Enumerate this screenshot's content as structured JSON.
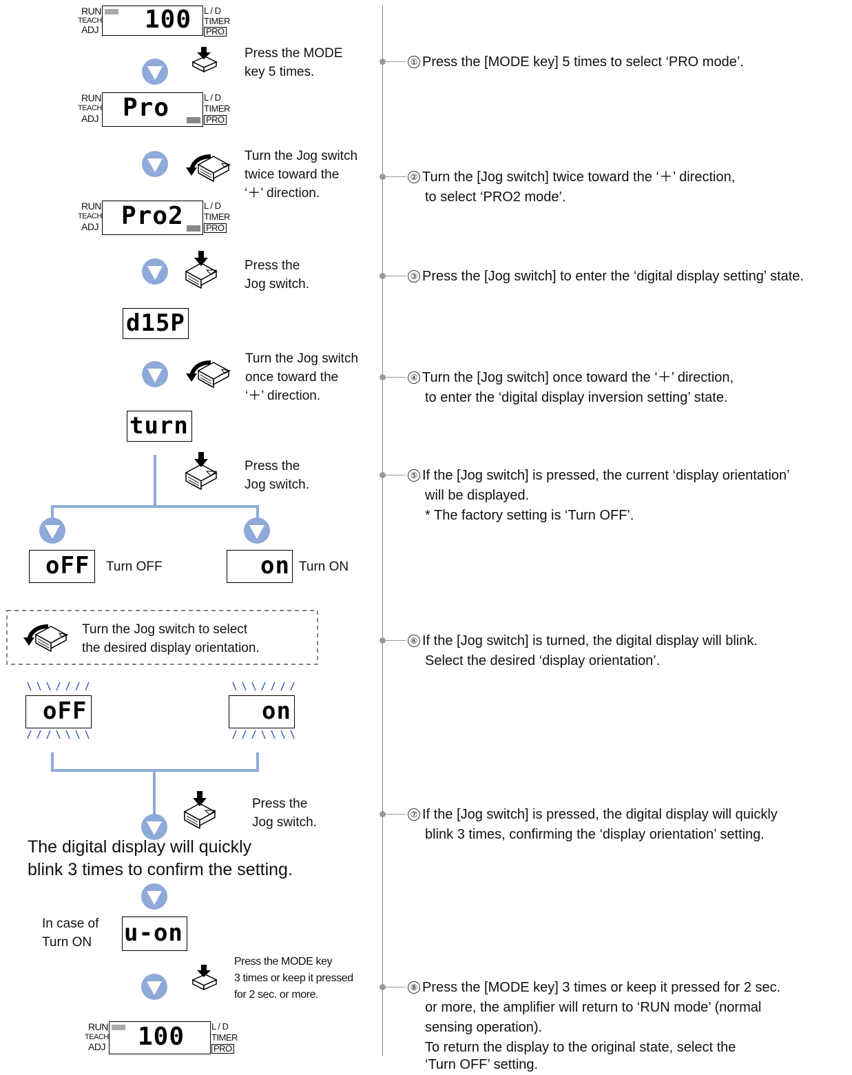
{
  "steps": [
    {
      "num": "①",
      "lines": [
        "Press the [MODE key] 5 times to select ‘PRO mode’."
      ]
    },
    {
      "num": "②",
      "lines": [
        "Turn the [Jog switch] twice toward the ‘＋’ direction,",
        "to select ‘PRO2 mode’."
      ]
    },
    {
      "num": "③",
      "lines": [
        "Press the [Jog switch] to enter the ‘digital display setting’ state."
      ]
    },
    {
      "num": "④",
      "lines": [
        "Turn the [Jog switch] once toward the ‘＋’ direction,",
        "to enter the ‘digital display inversion setting’ state."
      ]
    },
    {
      "num": "⑤",
      "lines": [
        "If the [Jog switch] is pressed, the current ‘display orientation’",
        "will be displayed.",
        "* The factory setting is ‘Turn OFF’."
      ]
    },
    {
      "num": "⑥",
      "lines": [
        "If the [Jog switch] is turned, the digital display will blink.",
        "Select the desired ‘display orientation’."
      ]
    },
    {
      "num": "⑦",
      "lines": [
        "If the [Jog switch] is pressed, the digital display will quickly",
        "blink 3 times, confirming the ‘display orientation’ setting."
      ]
    },
    {
      "num": "⑧",
      "lines": [
        "Press the [MODE key] 3 times or keep it pressed for 2 sec.",
        "or more, the amplifier will return to ‘RUN mode’ (normal",
        "sensing operation).",
        "To return the display to the original state, select the",
        "‘Turn OFF’ setting."
      ]
    }
  ],
  "left": {
    "press_mode_5": "Press the MODE\nkey 5 times.",
    "turn_jog_twice": "Turn the Jog switch\ntwice toward the\n‘＋’ direction.",
    "press_jog_1": "Press the\nJog switch.",
    "turn_jog_once": "Turn the Jog switch\nonce toward the\n‘＋’ direction.",
    "press_jog_2": "Press the\nJog switch.",
    "turn_off": "Turn OFF",
    "turn_on": "Turn ON",
    "turn_jog_select": "Turn the Jog switch to select\nthe desired display orientation.",
    "press_jog_3": "Press the\nJog switch.",
    "confirm": "The digital display will quickly\nblink 3 times to confirm the setting.",
    "in_case_on": "In case of\nTurn ON",
    "press_mode_3": "Press the MODE key\n3 times or keep it pressed\nfor 2 sec. or more."
  },
  "panel": {
    "run": "RUN",
    "teach": "TEACH",
    "adj": "ADJ",
    "ld": "L / D",
    "timer": "TIMER",
    "pro": "PRO"
  },
  "displays": {
    "d1": "100",
    "d2": "Pro",
    "d3": "Pro2",
    "d4": "d15P",
    "d5": "turn",
    "d6": "oFF",
    "d7": "on",
    "d8": "oFF",
    "d9": "on",
    "d10": "u-on",
    "d11": "100"
  },
  "colors": {
    "accent": "#8fa9d9",
    "accent_dark": "#6f8cc8",
    "line": "#999999"
  }
}
